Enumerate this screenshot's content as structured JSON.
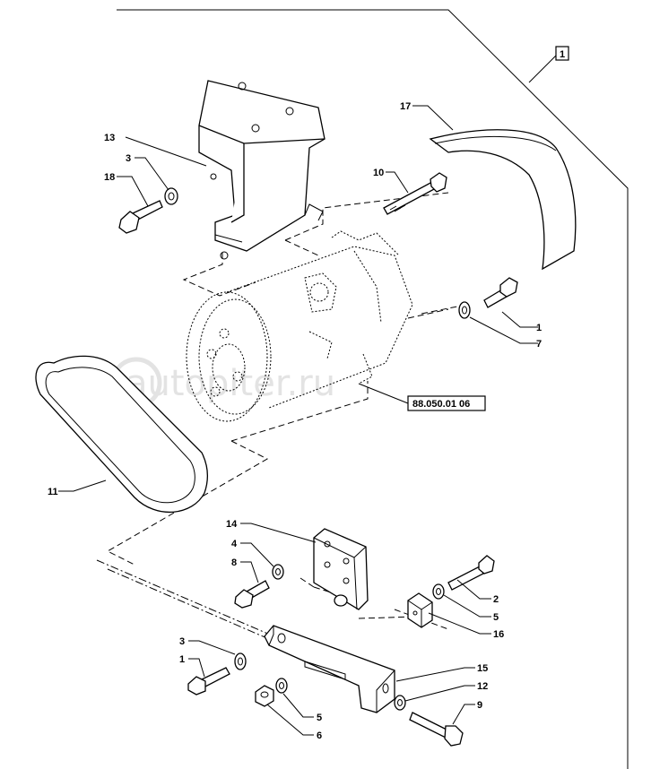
{
  "watermark": "autopiter.ru",
  "reference_tag": "88.050.01 06",
  "group_tag": "1",
  "callouts": {
    "c1_top": "1",
    "c1_bottom": "1",
    "c2": "2",
    "c3_top": "3",
    "c3_bottom": "3",
    "c4": "4",
    "c5_right": "5",
    "c5_bottom": "5",
    "c6": "6",
    "c7": "7",
    "c8": "8",
    "c9": "9",
    "c10": "10",
    "c11": "11",
    "c12": "12",
    "c13": "13",
    "c14": "14",
    "c15": "15",
    "c16": "16",
    "c17": "17",
    "c18": "18"
  }
}
